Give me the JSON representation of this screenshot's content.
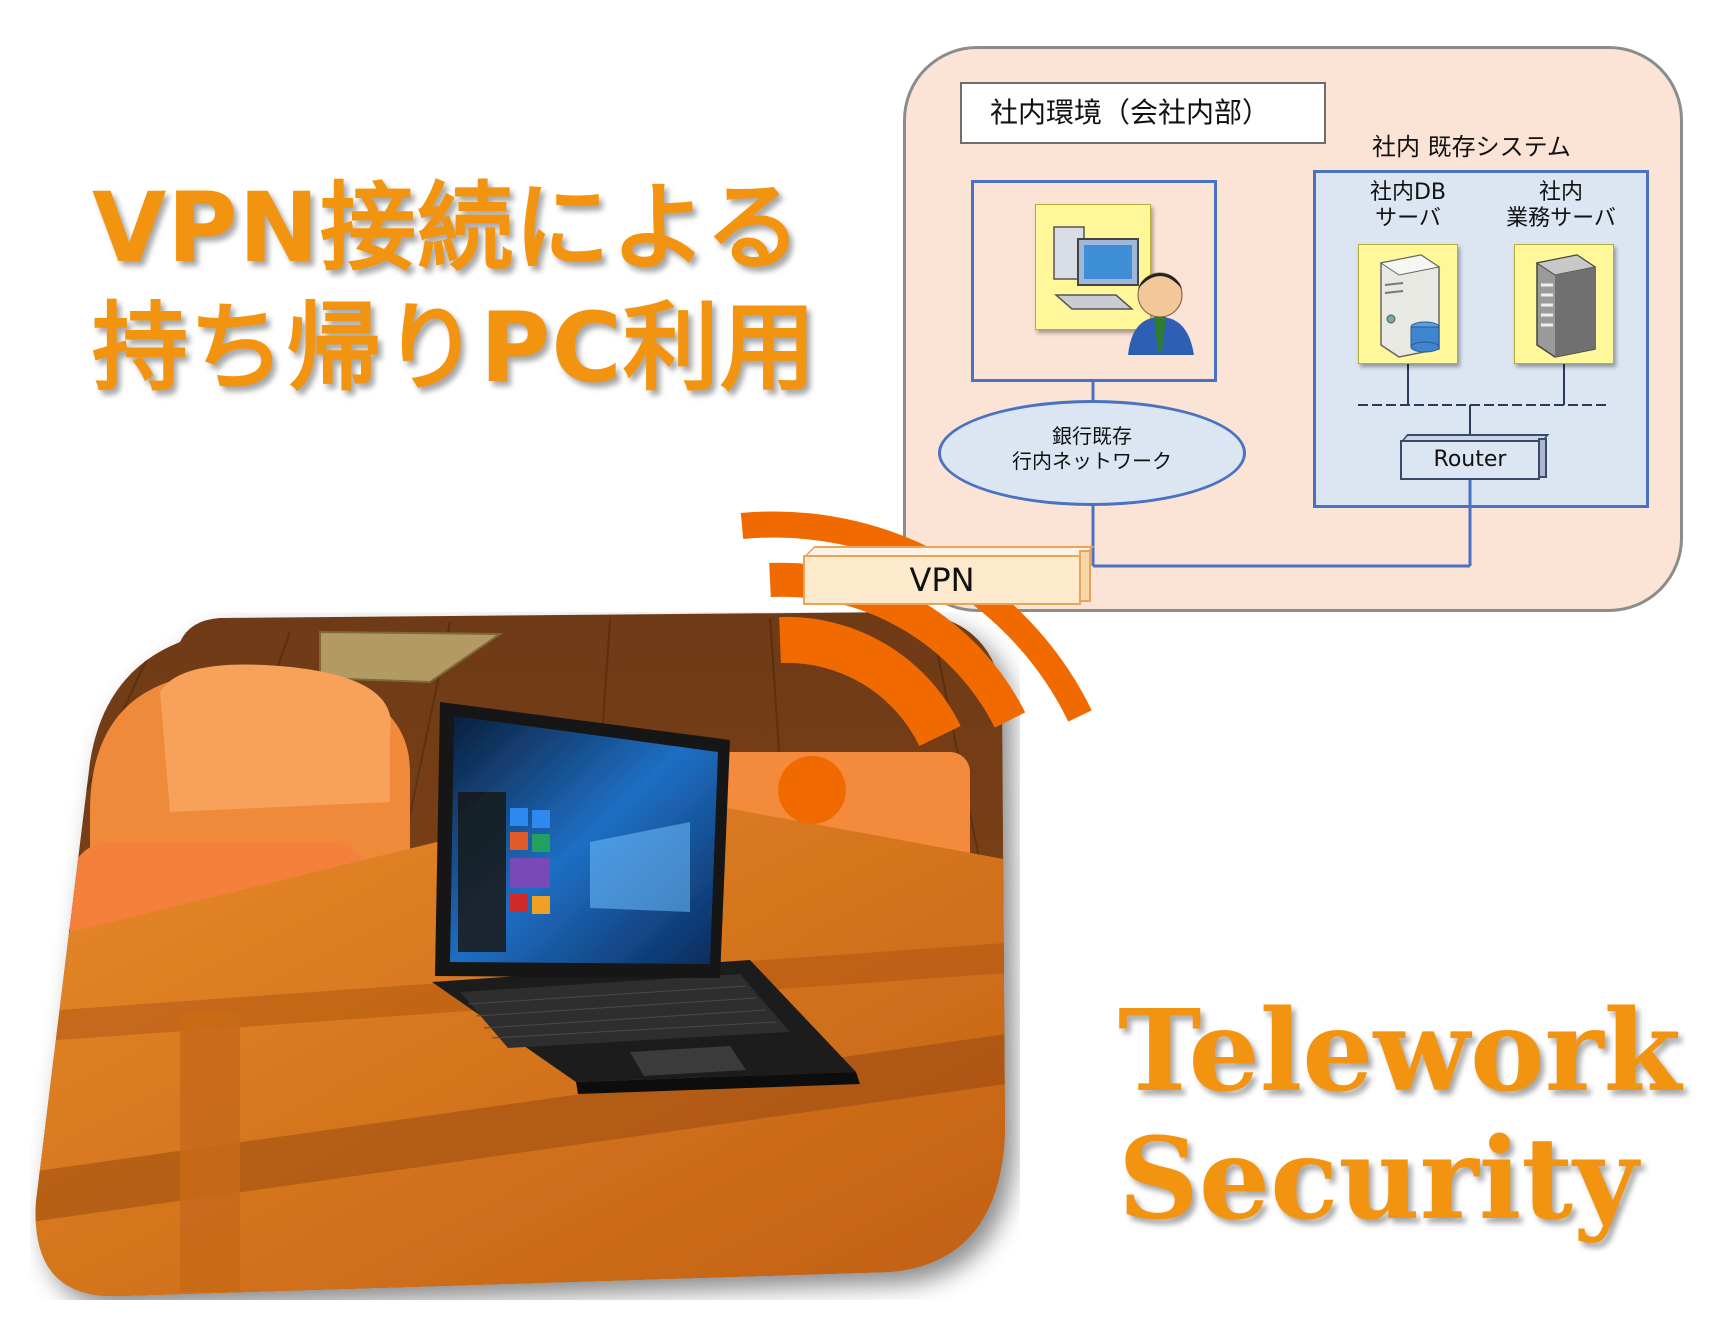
{
  "headline": {
    "line1": "VPN接続による",
    "line2": "持ち帰りPC利用"
  },
  "tagline": {
    "line1": "Telework",
    "line2": "Security"
  },
  "diagram": {
    "environment_label": "社内環境（会社内部）",
    "existing_system_label": "社内 既存システム",
    "db_server": {
      "line1": "社内DB",
      "line2": "サーバ"
    },
    "business_server": {
      "line1": "社内",
      "line2": "業務サーバ"
    },
    "network": {
      "line1": "銀行既存",
      "line2": "行内ネットワーク"
    },
    "router_label": "Router",
    "vpn_label": "VPN"
  },
  "colors": {
    "accent_orange": "#f39410",
    "signal_orange": "#f06a00",
    "panel_fill": "#fbe4d6",
    "box_blue": "#4a72c2"
  }
}
